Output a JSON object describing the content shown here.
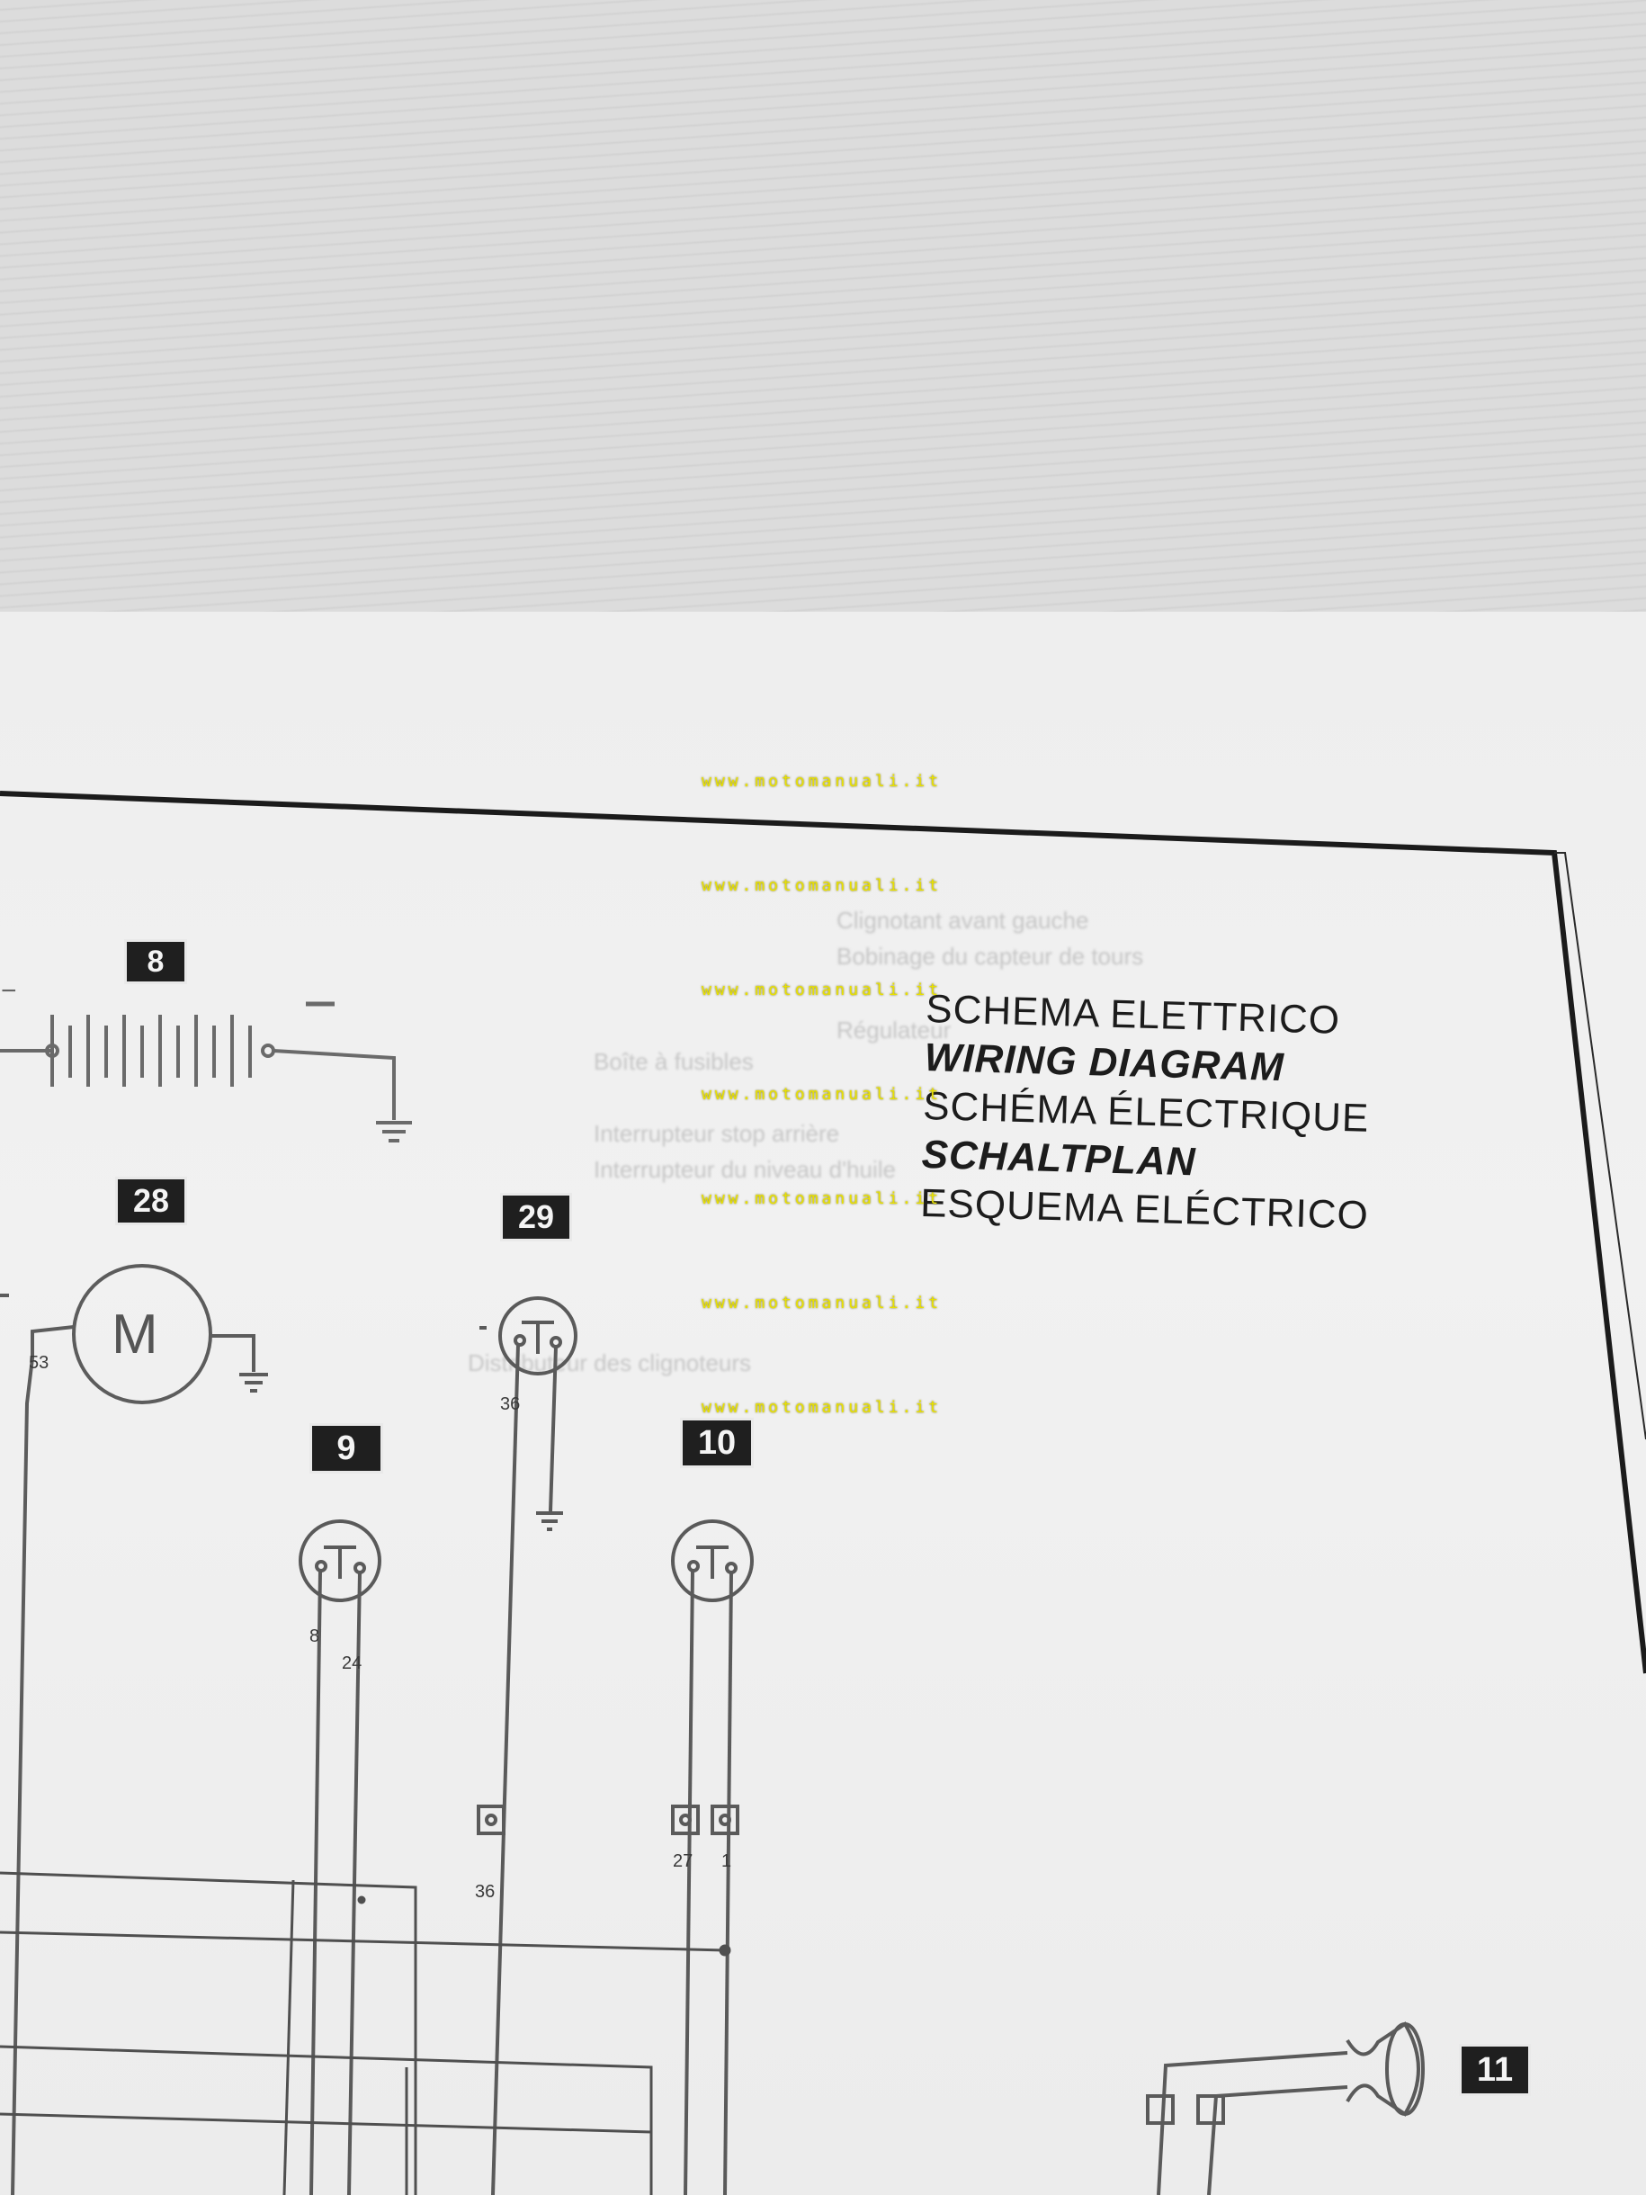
{
  "title_lines": [
    "SCHEMA ELETTRICO",
    "WIRING DIAGRAM",
    "SCHÉMA ÉLECTRIQUE",
    "SCHALTPLAN",
    "ESQUEMA ELÉCTRICO"
  ],
  "watermark": "www.motomanuali.it",
  "components": {
    "c8": "8",
    "c28": "28",
    "c29": "29",
    "c9": "9",
    "c10": "10",
    "c11": "11",
    "motor_symbol": "M",
    "battery_minus": "−"
  },
  "wire_labels": {
    "w53": "53",
    "w36a": "36",
    "w8": "8",
    "w24": "24",
    "w27": "27",
    "w1": "1",
    "w36b": "36"
  },
  "background_text": [
    "Clignotant avant gauche",
    "Bobinage du capteur de tours",
    "Régulateur",
    "Boîte à fusibles",
    "Interrupteur stop arrière",
    "Interrupteur du niveau d'huile",
    "Distributeur des clignoteurs"
  ]
}
